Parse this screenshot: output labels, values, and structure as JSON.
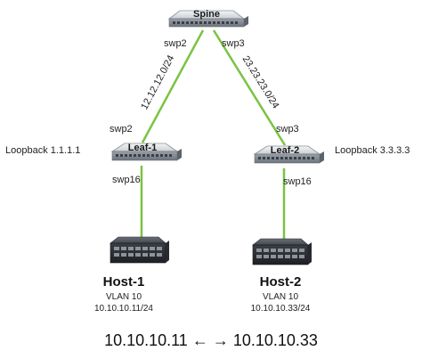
{
  "colors": {
    "link": "#7bc342",
    "switch_body": "#aeb4bb",
    "switch_top": "#e4e7ea",
    "server_body": "#2f3238"
  },
  "spine": {
    "name": "Spine",
    "port_left": "swp2",
    "port_right": "swp3"
  },
  "leaf1": {
    "name": "Leaf-1",
    "uplink_port": "swp2",
    "host_port": "swp16",
    "loopback": "Loopback 1.1.1.1"
  },
  "leaf2": {
    "name": "Leaf-2",
    "uplink_port": "swp3",
    "host_port": "swp16",
    "loopback": "Loopback 3.3.3.3"
  },
  "links": {
    "spine_leaf1_subnet": "12.12.12.0/24",
    "spine_leaf2_subnet": "23.23.23.0/24"
  },
  "host1": {
    "name": "Host-1",
    "vlan": "VLAN 10",
    "ip": "10.10.10.11/24"
  },
  "host2": {
    "name": "Host-2",
    "vlan": "VLAN 10",
    "ip": "10.10.10.33/24"
  },
  "footer": {
    "text": "10.10.10.11 ← → 10.10.10.33"
  }
}
